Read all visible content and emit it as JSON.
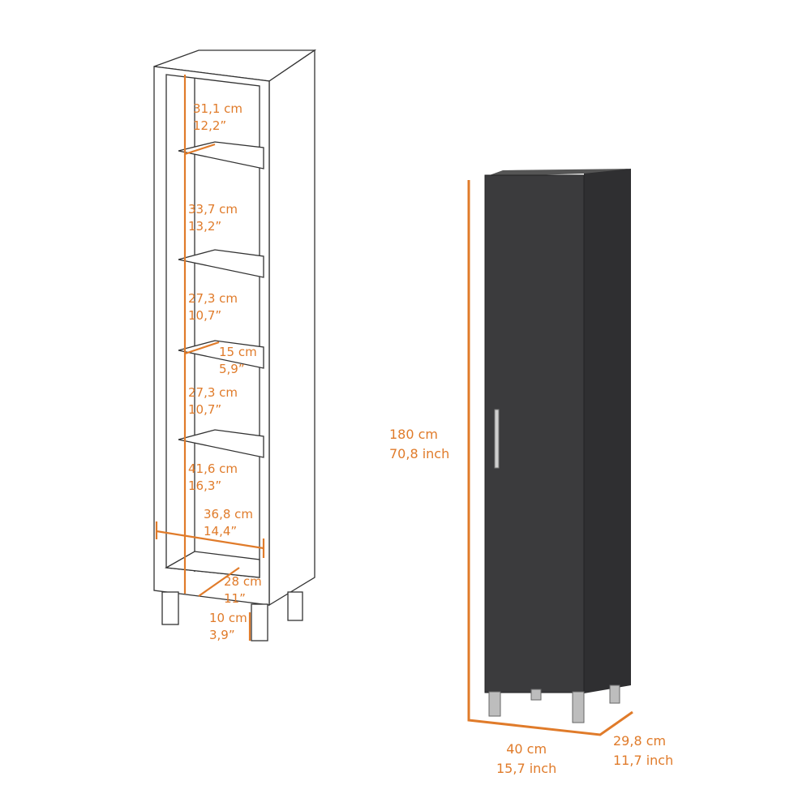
{
  "colors": {
    "dimension": "#e07b2a",
    "cabinet_body": "#3b3b3d",
    "outline": "#333333"
  },
  "interior_dimensions": [
    {
      "cm": "31,1 cm",
      "inch": "12,2”"
    },
    {
      "cm": "33,7 cm",
      "inch": "13,2”"
    },
    {
      "cm": "27,3 cm",
      "inch": "10,7”"
    },
    {
      "cm": "15 cm",
      "inch": "5,9”"
    },
    {
      "cm": "27,3 cm",
      "inch": "10,7”"
    },
    {
      "cm": "41,6 cm",
      "inch": "16,3”"
    },
    {
      "cm": "36,8 cm",
      "inch": "14,4”"
    },
    {
      "cm": "28 cm",
      "inch": "11”"
    },
    {
      "cm": "10 cm",
      "inch": "3,9”"
    }
  ],
  "overall_dimensions": {
    "height": {
      "cm": "180 cm",
      "inch": "70,8 inch"
    },
    "width": {
      "cm": "40 cm",
      "inch": "15,7 inch"
    },
    "depth": {
      "cm": "29,8 cm",
      "inch": "11,7 inch"
    }
  }
}
